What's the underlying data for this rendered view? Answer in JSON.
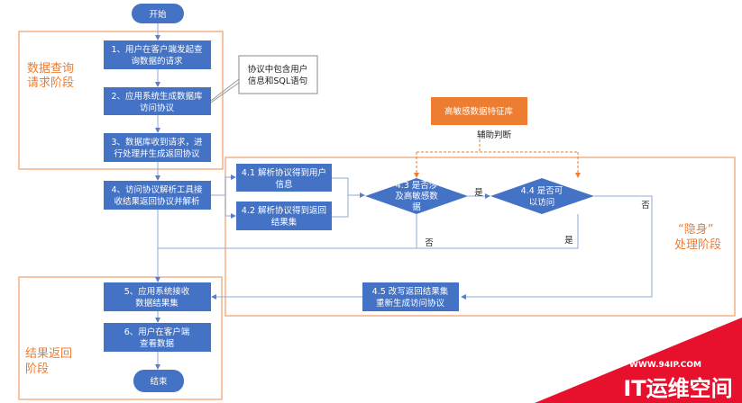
{
  "colors": {
    "box": "#4472C4",
    "stage": "#F4B183",
    "accent": "#ED7D31",
    "watermark": "#E8112D"
  },
  "start": "开始",
  "end": "结束",
  "stage1": {
    "label": [
      "数据查询",
      "请求阶段"
    ]
  },
  "stage2": {
    "label": [
      "“隐身”",
      "处理阶段"
    ]
  },
  "stage3": {
    "label": [
      "结果返回",
      "阶段"
    ]
  },
  "steps": {
    "s1": [
      "1、用户在客户端发起查",
      "询数据的请求"
    ],
    "s2": [
      "2、应用系统生成数据库",
      "访问协议"
    ],
    "s3": [
      "3、数据库收到请求，进",
      "行处理并生成返回协议"
    ],
    "s4": [
      "4、访问协议解析工具接",
      "收结果返回协议并解析"
    ],
    "s41": [
      "4.1  解析协议得到用户",
      "信息"
    ],
    "s42": [
      "4.2  解析协议得到返回",
      "结果集"
    ],
    "s43": [
      "4.3 是否涉",
      "及高敏感数",
      "据"
    ],
    "s44": [
      "4.4 是否可",
      "以访问"
    ],
    "s45": [
      "4.5 改写返回结果集",
      "重新生成访问协议"
    ],
    "s5": [
      "5、应用系统接收",
      "数据结果集"
    ],
    "s6": [
      "6、用户在客户端",
      "查看数据"
    ]
  },
  "note": [
    "协议中包含用户",
    "信息和SQL语句"
  ],
  "feature_db": "高敏感数据特征库",
  "assist_label": "辅助判断",
  "edge_labels": {
    "yes1": "是",
    "no1": "否",
    "yes2": "是",
    "no2": "否"
  },
  "watermark": {
    "url": "WWW.94IP.COM",
    "brand": "IT运维空间"
  }
}
